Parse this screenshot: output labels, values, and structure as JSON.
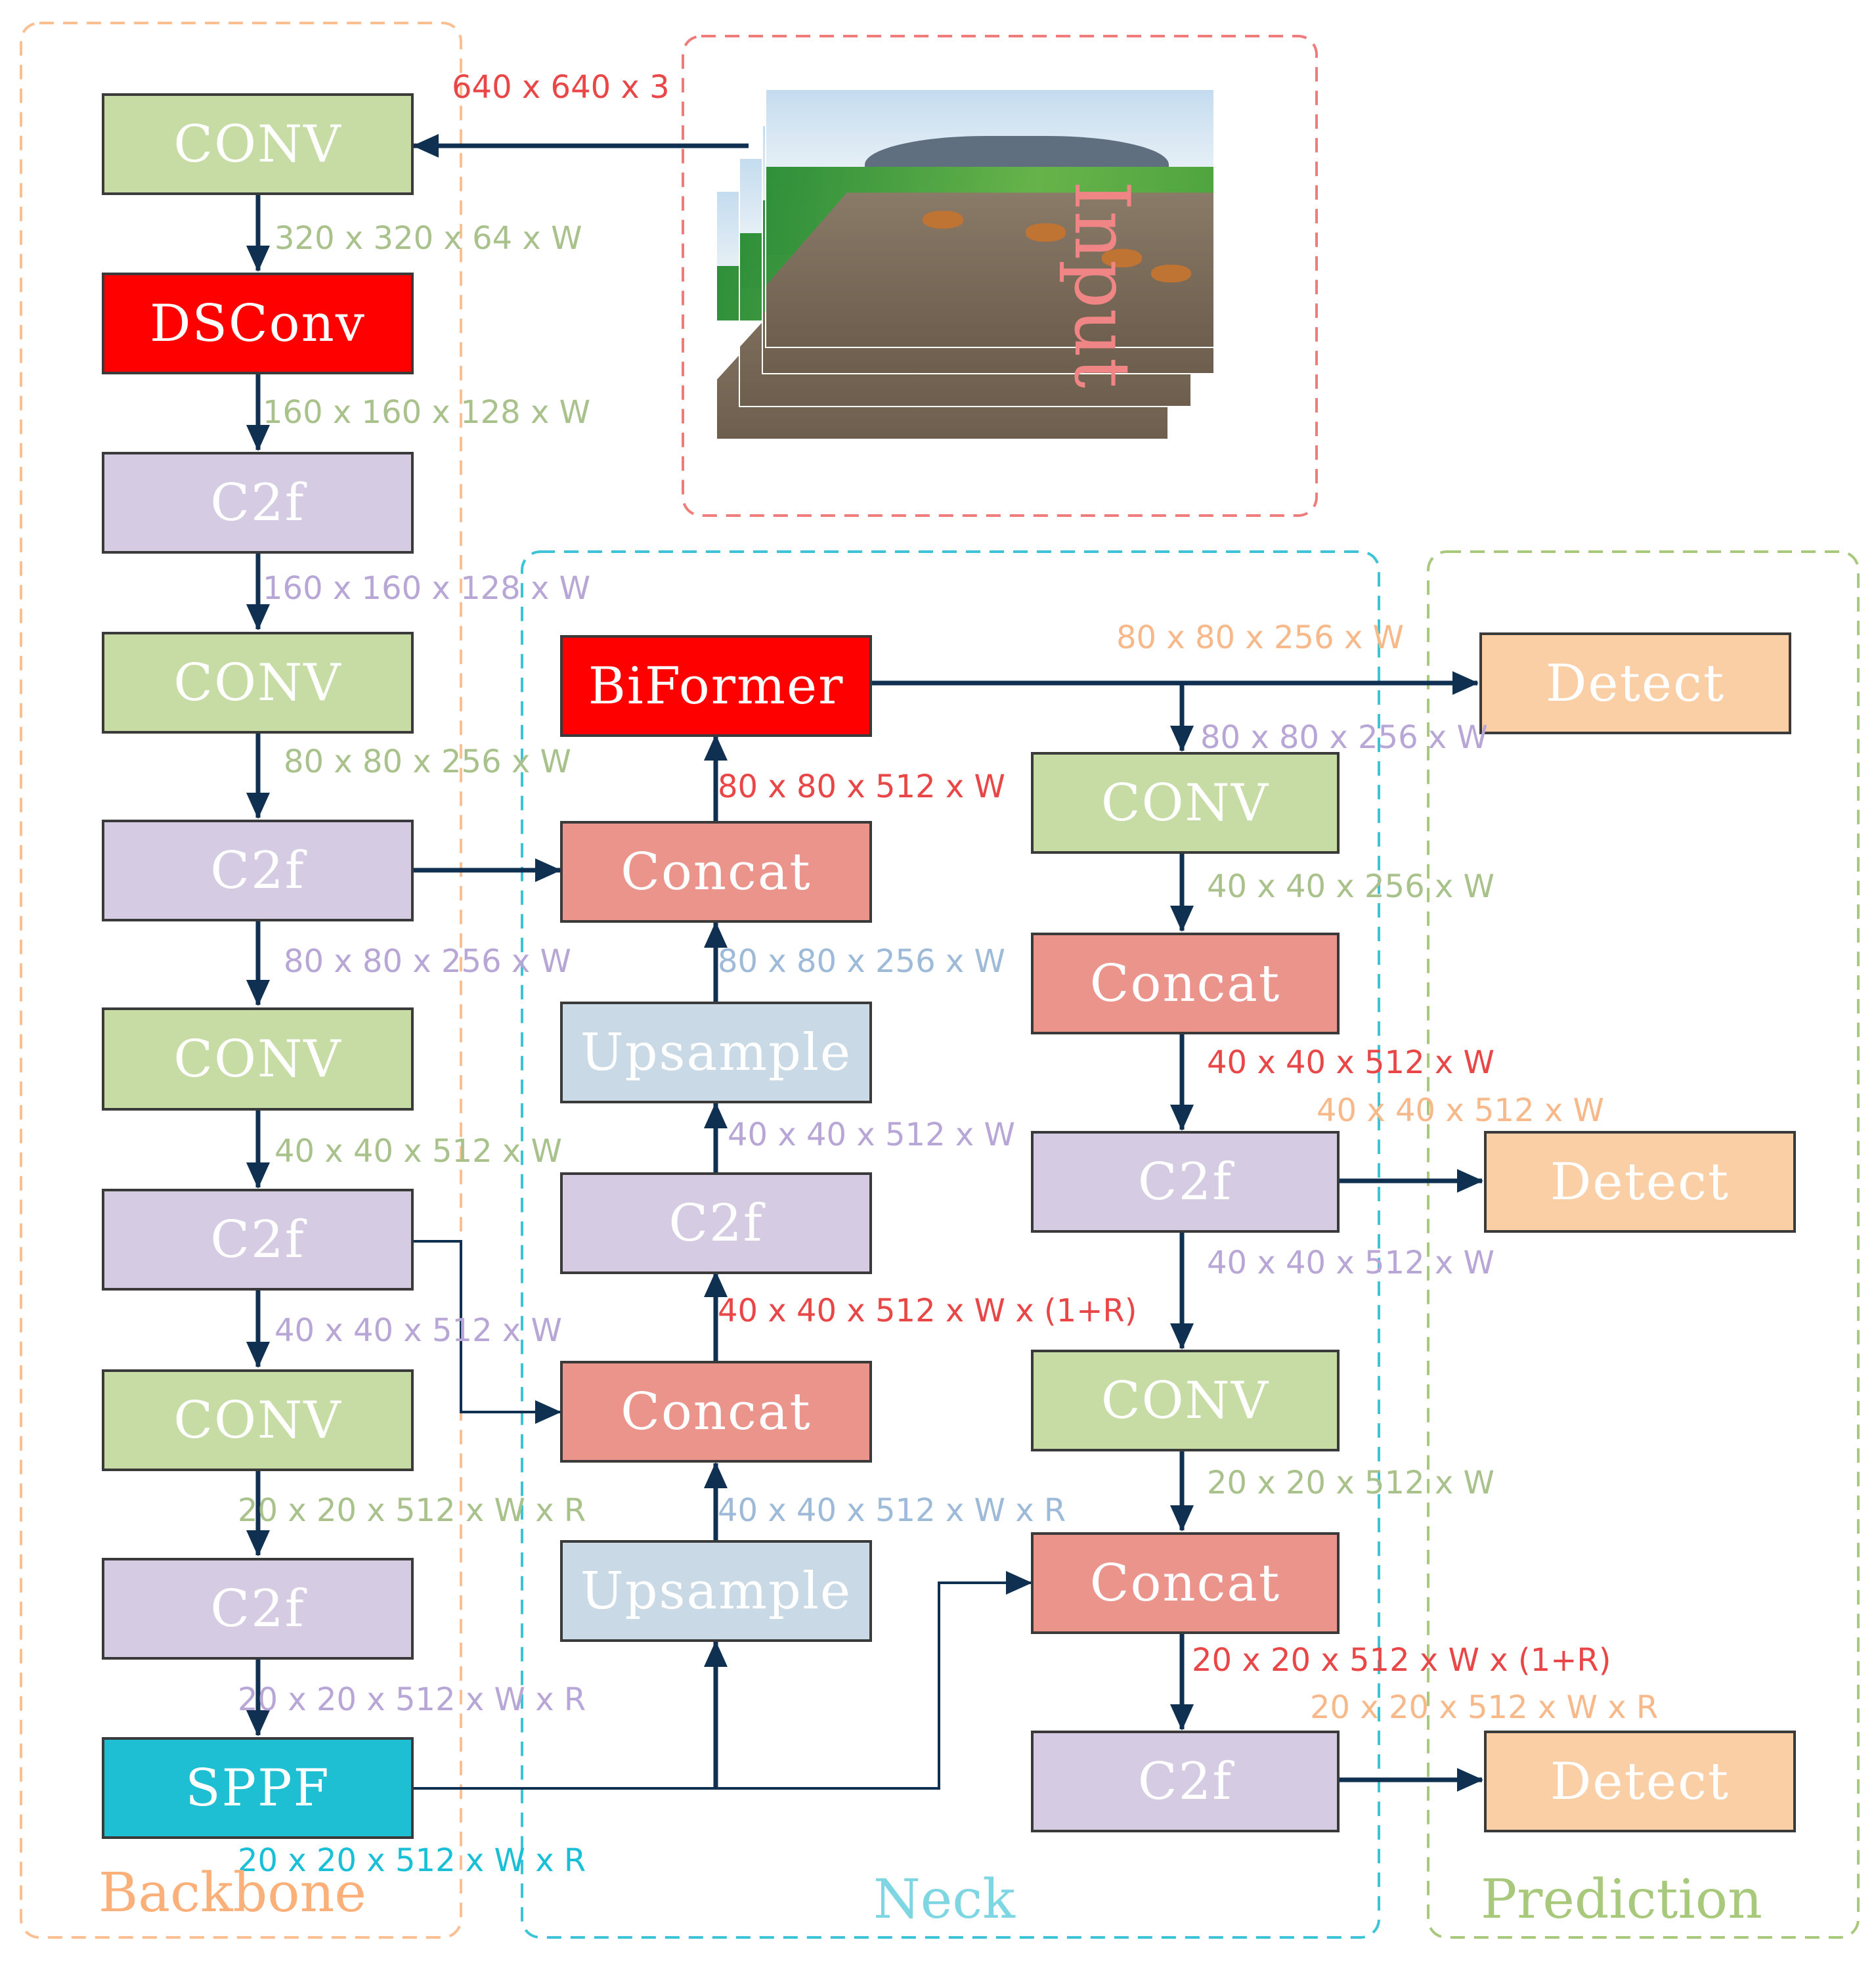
{
  "regions": {
    "backbone": "Backbone",
    "neck": "Neck",
    "prediction": "Prediction",
    "input": "Input"
  },
  "blocks": {
    "b_conv1": "CONV",
    "b_dsconv": "DSConv",
    "b_c2f1": "C2f",
    "b_conv2": "CONV",
    "b_c2f2": "C2f",
    "b_conv3": "CONV",
    "b_c2f3": "C2f",
    "b_conv4": "CONV",
    "b_c2f4": "C2f",
    "b_sppf": "SPPF",
    "n_biformer": "BiFormer",
    "n_concat1": "Concat",
    "n_upsample1": "Upsample",
    "n_c2f1": "C2f",
    "n_concat2": "Concat",
    "n_upsample2": "Upsample",
    "r_conv1": "CONV",
    "r_concat1": "Concat",
    "r_c2f1": "C2f",
    "r_conv2": "CONV",
    "r_concat2": "Concat",
    "r_c2f2": "C2f",
    "p_detect1": "Detect",
    "p_detect2": "Detect",
    "p_detect3": "Detect"
  },
  "dims": {
    "input": "640 x 640 x 3",
    "b1": "320 x 320 x 64 x W",
    "b2": "160 x 160 x 128 x W",
    "b3": "160 x 160 x 128 x W",
    "b4": "80 x 80 x 256 x W",
    "b5": "80 x 80 x 256 x W",
    "b6": "40 x 40 x 512 x W",
    "b7": "40 x 40 x 512 x W",
    "b8": "20 x 20 x 512 x W x R",
    "b9": "20 x 20 x 512 x W x R",
    "b10": "20 x 20 x 512 x W x R",
    "n1": "80 x 80 x 512 x W",
    "n2": "80 x 80 x 256 x W",
    "n3": "40 x 40 x 512 x W",
    "n4": "40 x 40 x 512 x W x (1+R)",
    "n5": "40 x 40 x 512 x W x R",
    "r0": "80 x 80 x 256 x W",
    "r1": "80 x 80 x 256 x W",
    "r2": "40 x 40 x 256 x W",
    "r3": "40 x 40 x 512 x W",
    "r4": "40 x 40 x 512 x W",
    "r5": "40 x 40 x 512 x W",
    "r6": "20 x 20 x 512 x W",
    "r7": "20 x 20 x 512 x W x (1+R)",
    "r8": "20 x 20 x 512 x W x R"
  },
  "colors": {
    "backbone": "#fbbf91",
    "neck": "#3cc3d6",
    "prediction": "#a8c97c",
    "input": "#ef7b7b",
    "arrow": "#0f3050"
  }
}
